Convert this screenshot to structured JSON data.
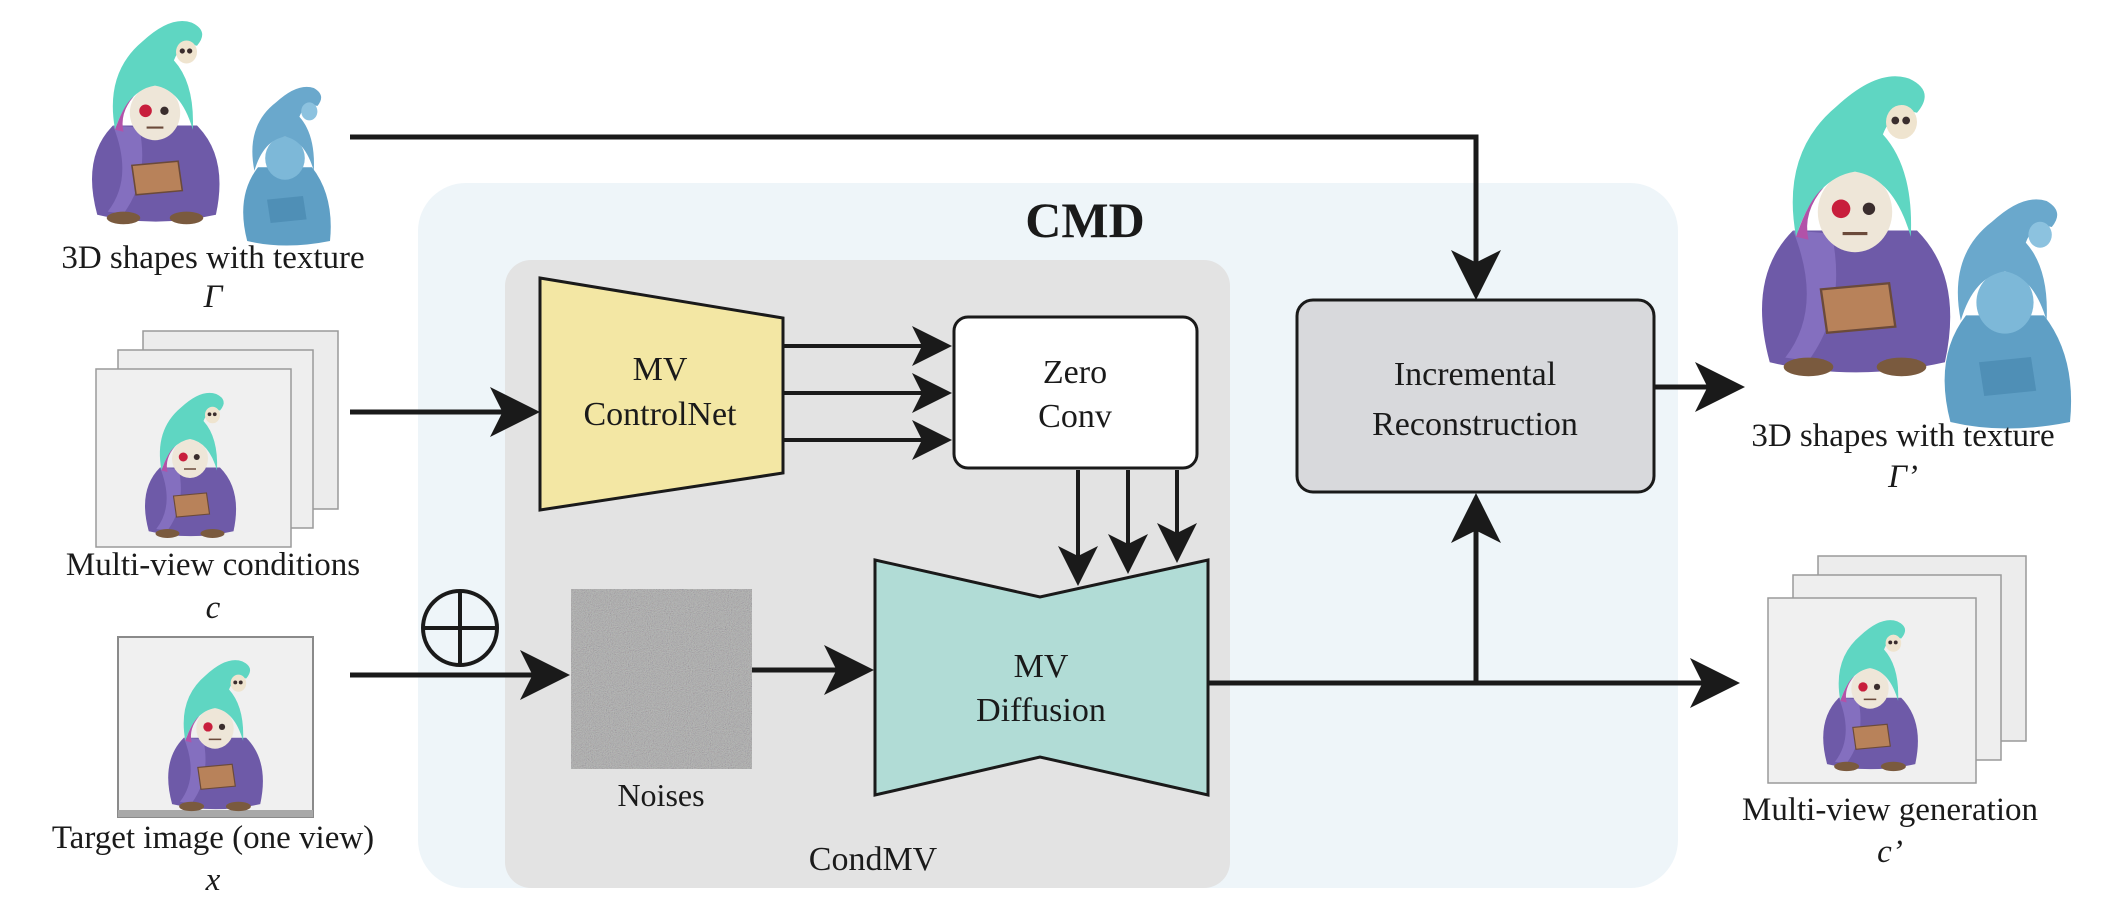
{
  "title": "CMD",
  "inputs": {
    "shapes": {
      "label": "3D shapes with texture",
      "symbol": "Γ"
    },
    "conditions": {
      "label": "Multi-view conditions",
      "symbol": "c"
    },
    "target": {
      "label": "Target image (one view)",
      "symbol": "x"
    }
  },
  "blocks": {
    "controlnet": [
      "MV",
      "ControlNet"
    ],
    "zeroconv": [
      "Zero",
      "Conv"
    ],
    "diffusion": [
      "MV",
      "Diffusion"
    ],
    "noises": "Noises",
    "condmv": "CondMV",
    "reconstruction": [
      "Incremental",
      "Reconstruction"
    ]
  },
  "outputs": {
    "shapes": {
      "label": "3D shapes with texture",
      "symbol": "Γ’"
    },
    "generation": {
      "label": "Multi-view generation",
      "symbol": "c’"
    }
  },
  "colors": {
    "cmd_bg": "#eef5f9",
    "condmv_bg": "#e3e3e3",
    "controlnet": "#f3e7a4",
    "diffusion": "#b1dcd6",
    "reconstruction": "#d8d9dc",
    "zeroconv": "#ffffff",
    "stroke": "#1a1a1a",
    "hood_teal": "#5fd6c2",
    "robe_purple": "#6e5aa8",
    "clay_blue": "#6aa8cc"
  },
  "icons": {
    "character": "skeleton-wizard-figure",
    "clay_model": "untextured-mesh-figure",
    "add": "circled-plus-icon",
    "noise": "gaussian-noise-texture"
  }
}
